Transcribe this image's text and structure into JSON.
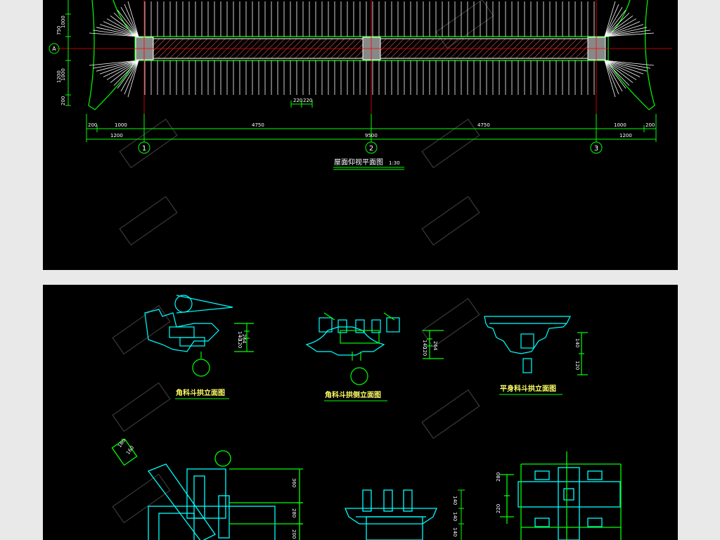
{
  "top_drawing": {
    "title": "屋面仰视平面图",
    "scale": "1:30",
    "axis_row": "A",
    "grid_labels": [
      "1",
      "2",
      "3"
    ],
    "dims_bottom_row1": [
      "200",
      "1000",
      "4750",
      "4750",
      "1000",
      "200"
    ],
    "dims_bottom_row2": [
      "1200",
      "9500",
      "1200"
    ],
    "dims_left": [
      "1000",
      "750",
      "1000",
      "1200",
      "200"
    ],
    "dims_small": [
      "220",
      "220"
    ]
  },
  "bottom_drawings": {
    "caption_1": "角科斗拱立面图",
    "caption_2": "角科斗拱侧立面图",
    "caption_3": "平身科斗拱立面图",
    "dims_d1": [
      "140",
      "120",
      "264"
    ],
    "dims_d2": [
      "140",
      "120",
      "264"
    ],
    "dims_d3": [
      "140",
      "120"
    ],
    "dims_d4": [
      "360",
      "280",
      "200"
    ],
    "dims_d5": [
      "140",
      "140",
      "140"
    ],
    "dims_d6": [
      "280",
      "220"
    ],
    "dims_rotated": [
      "160",
      "160"
    ]
  },
  "colors": {
    "background": "#000000",
    "page": "#e9e9ea",
    "green": "#00ff00",
    "cyan": "#00ffff",
    "red": "#ff0000",
    "white": "#ffffff"
  }
}
